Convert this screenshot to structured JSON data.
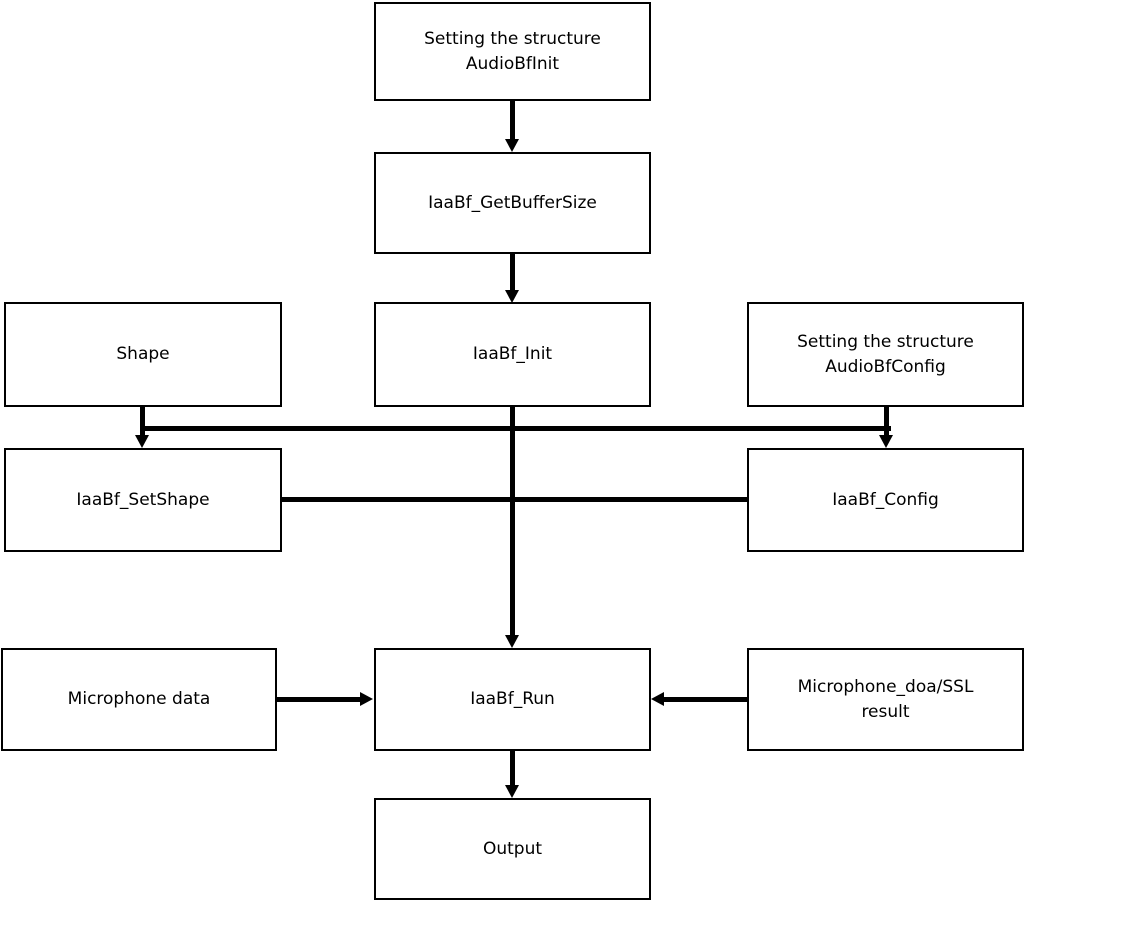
{
  "diagram": {
    "type": "flowchart",
    "title": "",
    "nodes": {
      "audiobfinit": {
        "label": "Setting the structure\nAudioBfInit"
      },
      "getbuffersize": {
        "label": "IaaBf_GetBufferSize"
      },
      "shape": {
        "label": "Shape"
      },
      "init": {
        "label": "IaaBf_Init"
      },
      "audiobfconfig": {
        "label": "Setting the structure\nAudioBfConfig"
      },
      "setshape": {
        "label": "IaaBf_SetShape"
      },
      "config": {
        "label": "IaaBf_Config"
      },
      "micdata": {
        "label": "Microphone data"
      },
      "run": {
        "label": "IaaBf_Run"
      },
      "doaresult": {
        "label": "Microphone_doa/SSL\nresult"
      },
      "output": {
        "label": "Output"
      }
    },
    "edges": [
      {
        "from": "audiobfinit",
        "to": "getbuffersize",
        "arrow": "down"
      },
      {
        "from": "getbuffersize",
        "to": "init",
        "arrow": "down"
      },
      {
        "from": "shape",
        "to": "setshape",
        "arrow": "down"
      },
      {
        "from": "init",
        "to": "setshape",
        "arrow": "down"
      },
      {
        "from": "init",
        "to": "config",
        "arrow": "down"
      },
      {
        "from": "audiobfconfig",
        "to": "config",
        "arrow": "down"
      },
      {
        "from": "setshape",
        "to": "config",
        "arrow": "none"
      },
      {
        "from": "init",
        "to": "run",
        "arrow": "down"
      },
      {
        "from": "micdata",
        "to": "run",
        "arrow": "right"
      },
      {
        "from": "doaresult",
        "to": "run",
        "arrow": "left"
      },
      {
        "from": "run",
        "to": "output",
        "arrow": "down"
      }
    ],
    "colors": {
      "background": "#ffffff",
      "stroke": "#000000",
      "text": "#000000",
      "node_fill": "#ffffff"
    }
  }
}
